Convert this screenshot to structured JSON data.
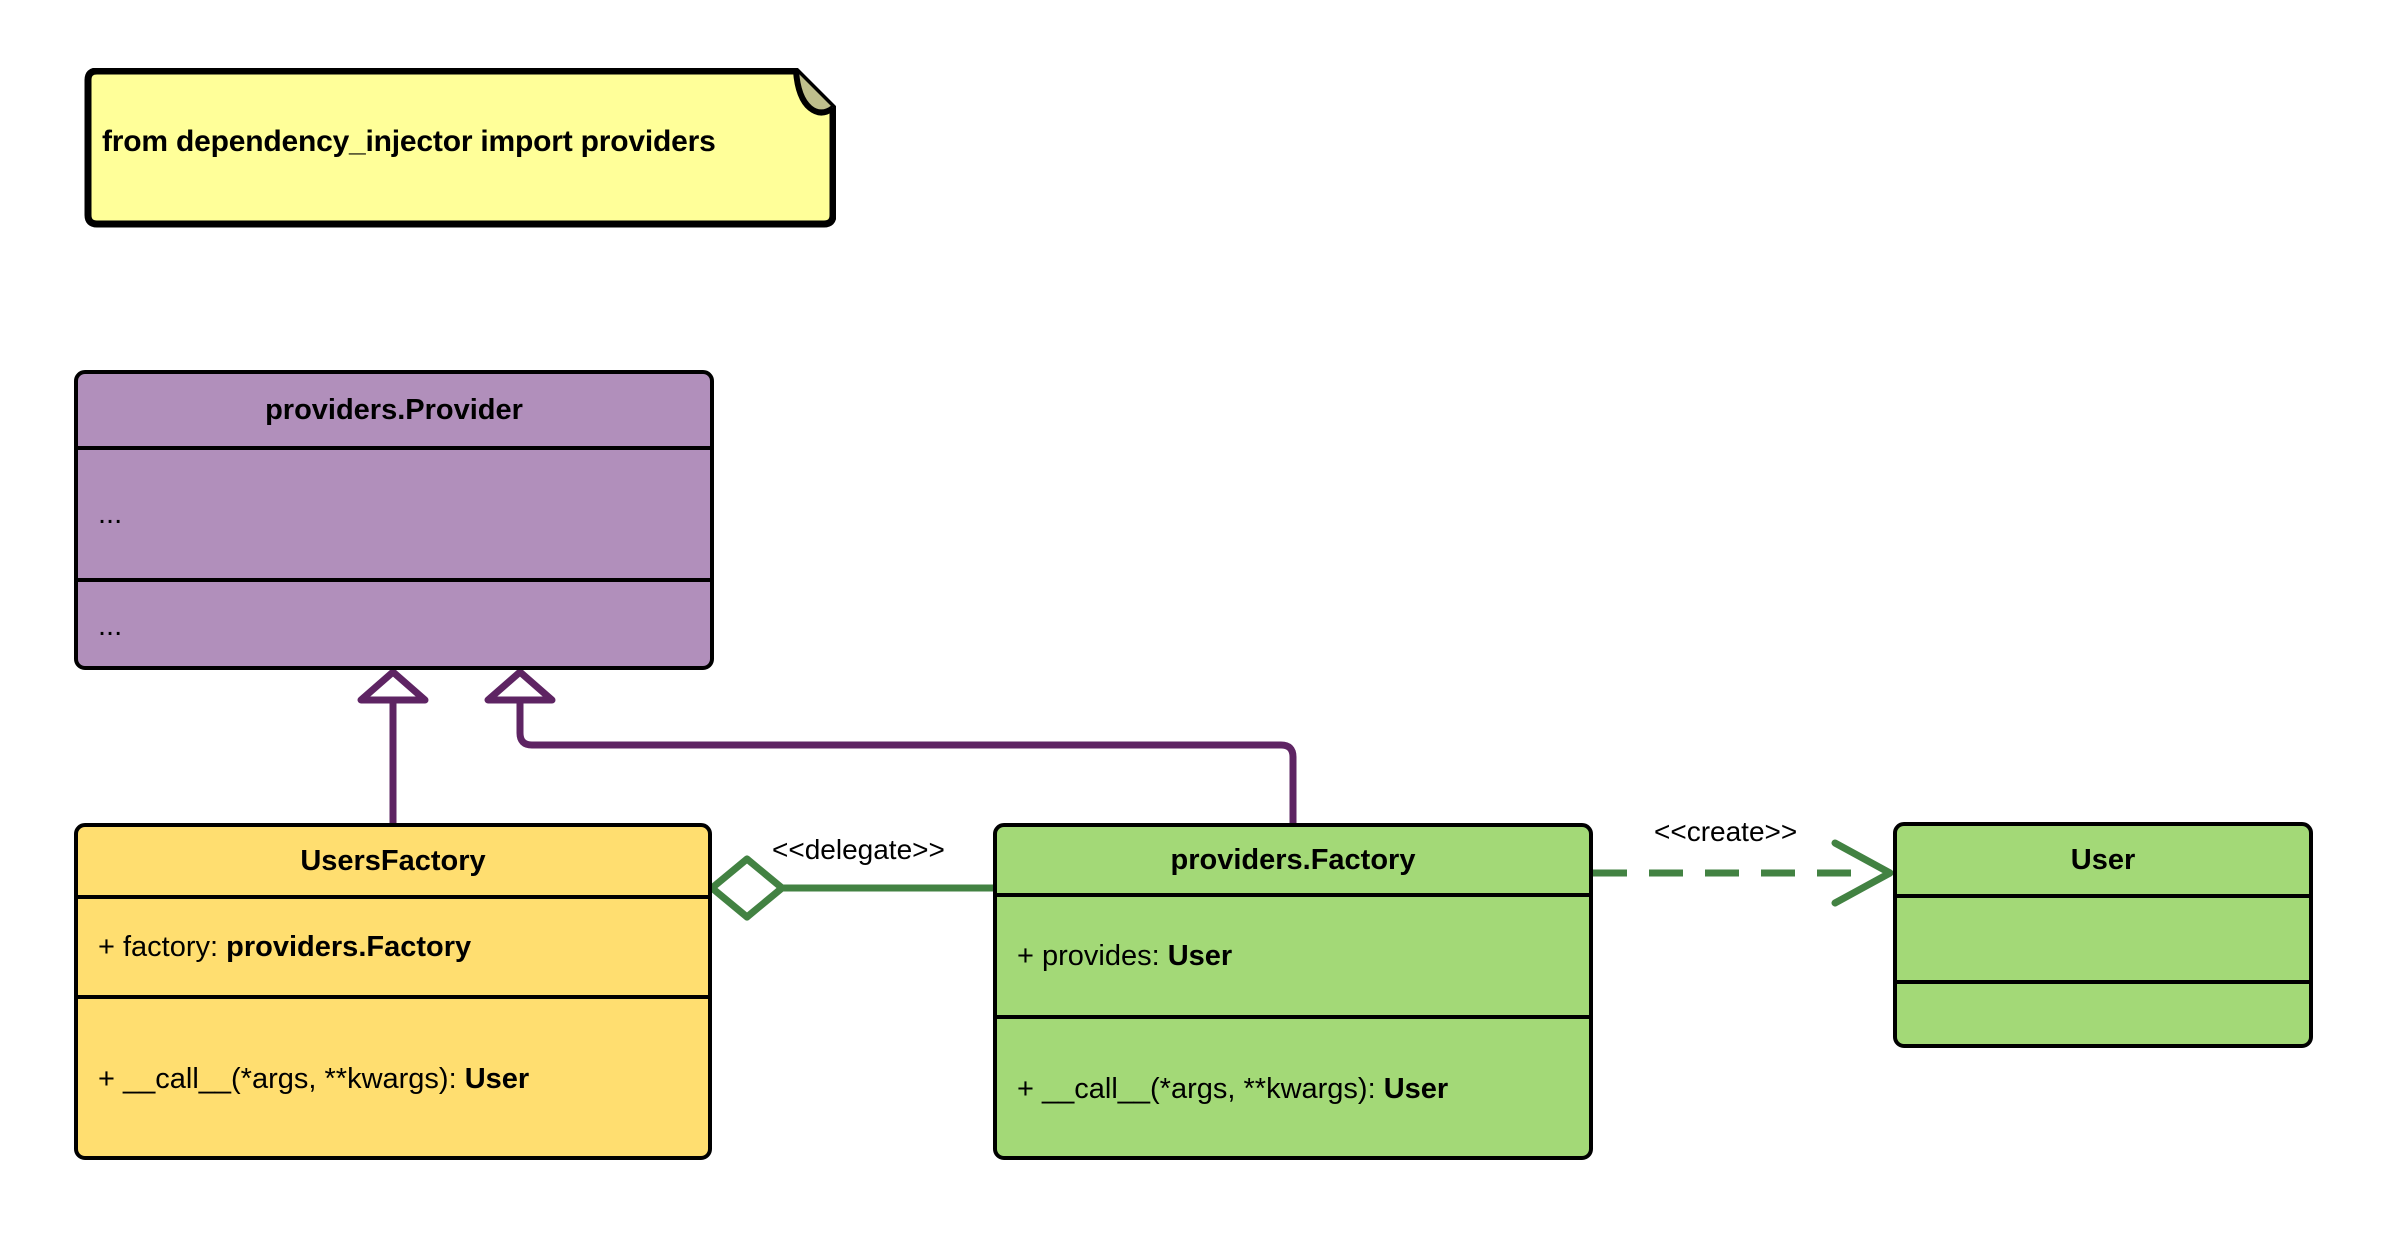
{
  "diagram": {
    "type": "uml-class-diagram",
    "title": "dependency_injector providers Factory UML",
    "colors": {
      "note_fill": "#FFFF99",
      "note_fold": "#BFBF8C",
      "provider_fill": "#B18FBB",
      "factory_fill": "#A3D977",
      "usersfactory_fill": "#FFDE70",
      "user_fill": "#A3D977",
      "border": "#000000",
      "inheritance_line": "#5E2463",
      "association_line": "#428242",
      "background": "#FFFFFF"
    }
  },
  "note": {
    "icon": "note-folded-corner-icon",
    "text": "from dependency_injector import providers"
  },
  "classes": [
    {
      "id": "provider",
      "name": "providers.Provider",
      "attributes": [
        "..."
      ],
      "operations": [
        "..."
      ]
    },
    {
      "id": "usersfactory",
      "name": "UsersFactory",
      "attributes": [
        {
          "visibility": "+",
          "label": "factory:",
          "type": "providers.Factory"
        }
      ],
      "operations": [
        {
          "visibility": "+",
          "label": "__call__(*args, **kwargs):",
          "type": "User"
        }
      ]
    },
    {
      "id": "factory",
      "name": "providers.Factory",
      "attributes": [
        {
          "visibility": "+",
          "label": "provides:",
          "type": "User"
        }
      ],
      "operations": [
        {
          "visibility": "+",
          "label": "__call__(*args, **kwargs):",
          "type": "User"
        }
      ]
    },
    {
      "id": "user",
      "name": "User",
      "attributes": [],
      "operations": []
    }
  ],
  "relationships": [
    {
      "id": "inherit-usersfactory",
      "kind": "generalization",
      "from": "UsersFactory",
      "to": "providers.Provider",
      "label": "",
      "color": "#5E2463",
      "style": "solid",
      "head": "hollow-triangle"
    },
    {
      "id": "inherit-factory",
      "kind": "generalization",
      "from": "providers.Factory",
      "to": "providers.Provider",
      "label": "",
      "color": "#5E2463",
      "style": "solid",
      "head": "hollow-triangle"
    },
    {
      "id": "delegate",
      "kind": "aggregation",
      "from": "UsersFactory",
      "to": "providers.Factory",
      "label": "<<delegate>>",
      "color": "#428242",
      "style": "solid",
      "head": "hollow-diamond"
    },
    {
      "id": "create",
      "kind": "dependency",
      "from": "providers.Factory",
      "to": "User",
      "label": "<<create>>",
      "color": "#428242",
      "style": "dashed",
      "head": "open-arrow"
    }
  ]
}
